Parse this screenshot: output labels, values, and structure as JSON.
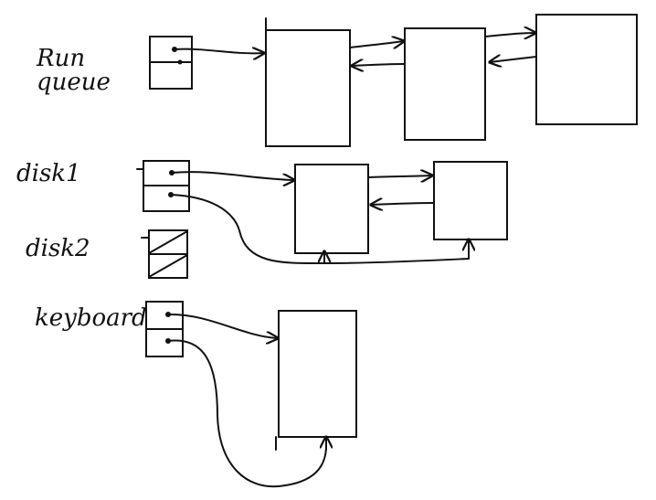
{
  "labels": {
    "run_queue_line1": "Run",
    "run_queue_line2": "queue",
    "disk1": "disk1",
    "disk2": "disk2",
    "keyboard": "keyboard"
  }
}
